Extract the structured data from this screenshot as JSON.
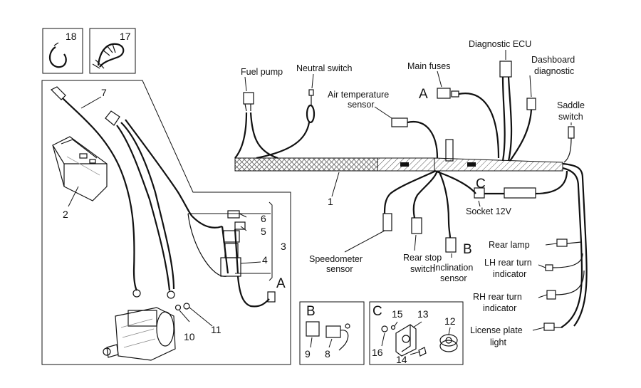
{
  "parts": {
    "n1": "1",
    "n2": "2",
    "n3": "3",
    "n4": "4",
    "n5": "5",
    "n6": "6",
    "n7": "7",
    "n8": "8",
    "n9": "9",
    "n10": "10",
    "n11": "11",
    "n12": "12",
    "n13": "13",
    "n14": "14",
    "n15": "15",
    "n16": "16",
    "n17": "17",
    "n18": "18"
  },
  "connectors": {
    "fuel_pump": "Fuel pump",
    "neutral_switch": "Neutral switch",
    "air_temp_1": "Air temperature",
    "air_temp_2": "sensor",
    "main_fuses": "Main fuses",
    "diagnostic_ecu": "Diagnostic ECU",
    "dash_diag_1": "Dashboard",
    "dash_diag_2": "diagnostic",
    "saddle_1": "Saddle",
    "saddle_2": "switch",
    "socket_12v": "Socket 12V",
    "speedo_1": "Speedometer",
    "speedo_2": "sensor",
    "rear_stop_1": "Rear stop",
    "rear_stop_2": "switch",
    "inclination_1": "Inclination",
    "inclination_2": "sensor",
    "rear_lamp": "Rear lamp",
    "lh_turn_1": "LH rear turn",
    "lh_turn_2": "indicator",
    "rh_turn_1": "RH rear turn",
    "rh_turn_2": "indicator",
    "license_1": "License plate",
    "license_2": "light"
  },
  "detail_letters": {
    "a": "A",
    "b": "B",
    "c": "C"
  }
}
